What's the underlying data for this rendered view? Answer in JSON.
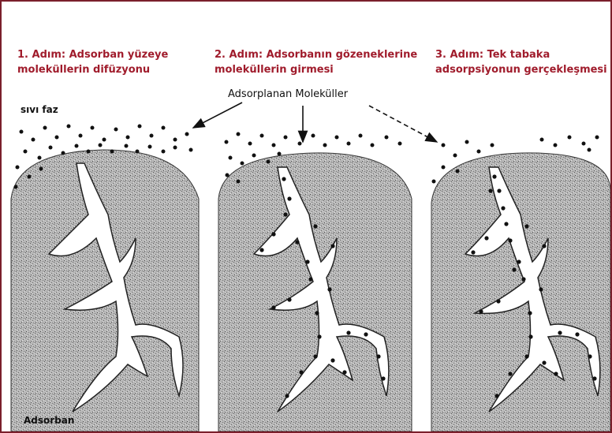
{
  "steps": [
    {
      "line1": "1. Adım: Adsorban yüzeye",
      "line2": "moleküllerin difüzyonu"
    },
    {
      "line1": "2. Adım: Adsorbanın gözeneklerine",
      "line2": "moleküllerin girmesi"
    },
    {
      "line1": "3. Adım: Tek tabaka",
      "line2": "adsorpsiyonun gerçekleşmesi"
    }
  ],
  "labels": {
    "liquid_phase": "sıvı faz",
    "adsorbed_molecules": "Adsorplanan Moleküller",
    "adsorbent": "Adsorban"
  },
  "colors": {
    "title": "#a01c2c",
    "border": "#7a1f2b",
    "grain": "#9a9a9a"
  }
}
